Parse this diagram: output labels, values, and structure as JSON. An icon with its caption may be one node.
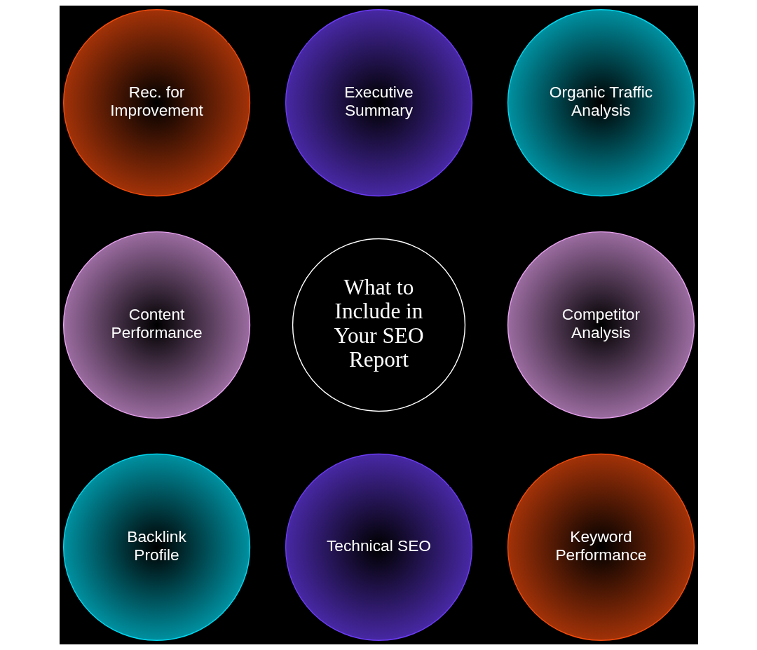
{
  "diagram": {
    "nodes": [
      {
        "text": [
          "What to Include in Your SEO Report"
        ]
      },
      {
        "text": [
          "Executive Summary"
        ]
      },
      {
        "text": [
          "Organic Traffic Analysis"
        ]
      },
      {
        "text": [
          "Competitor Analysis"
        ]
      },
      {
        "text": [
          "Keyword Performance"
        ]
      },
      {
        "text": [
          "Technical SEO"
        ]
      },
      {
        "text": [
          "Backlink Profile"
        ]
      },
      {
        "text": [
          "Content Performance"
        ]
      },
      {
        "text": [
          "Rec. for Improvement"
        ]
      }
    ],
    "edges": [
      {
        "from": 8,
        "to": 1,
        "arrow": "none",
        "color": "#000000"
      },
      {
        "from": 5,
        "to": 4,
        "arrow": "none",
        "color": "#000000"
      }
    ]
  }
}
